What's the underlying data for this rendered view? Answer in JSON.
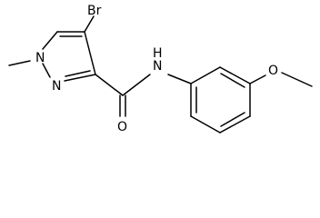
{
  "molecule": {
    "atoms": {
      "br": "Br",
      "n1": "N",
      "n2": "N",
      "nh_n": "N",
      "nh_h": "H",
      "o_carbonyl": "O",
      "o_ether": "O"
    }
  }
}
